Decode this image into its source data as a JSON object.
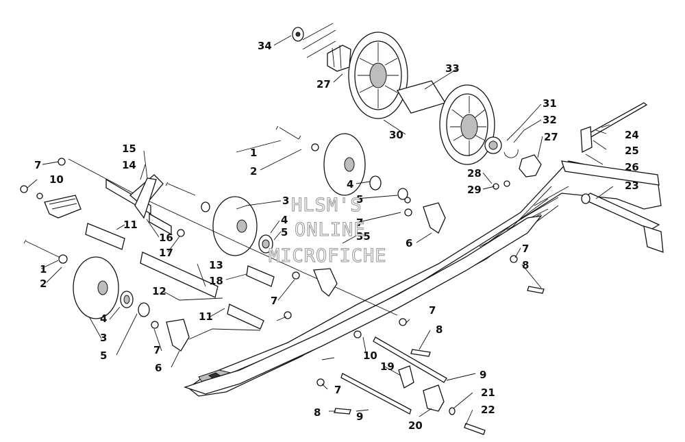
{
  "watermark": {
    "line1": "HLSM'S",
    "line2": "ONLINE",
    "line3": "MICROFICHE"
  },
  "callouts": {
    "c34": "34",
    "c27a": "27",
    "c33": "33",
    "c30": "30",
    "c31": "31",
    "c32": "32",
    "c27b": "27",
    "c24": "24",
    "c25": "25",
    "c26": "26",
    "c23": "23",
    "c28": "28",
    "c29": "29",
    "c15": "15",
    "c14": "14",
    "c1a": "1",
    "c2a": "2",
    "c7a": "7",
    "c10a": "10",
    "c3a": "3",
    "c4a": "4",
    "c5a": "5",
    "c7b": "7",
    "c35": "35",
    "c6a": "6",
    "c7c": "7",
    "c8a": "8",
    "c11a": "11",
    "c16": "16",
    "c17": "17",
    "c13": "13",
    "c18": "18",
    "c12": "12",
    "c1b": "1",
    "c2b": "2",
    "c4b": "4",
    "c3b": "3",
    "c5b": "5",
    "c11b": "11",
    "c7d": "7",
    "c7e": "7",
    "c8b": "8",
    "c7f": "7",
    "c6b": "6",
    "c10b": "10",
    "c19": "19",
    "c9a": "9",
    "c7g": "7",
    "c21": "21",
    "c22": "22",
    "c8c": "8",
    "c9b": "9",
    "c20": "20"
  }
}
